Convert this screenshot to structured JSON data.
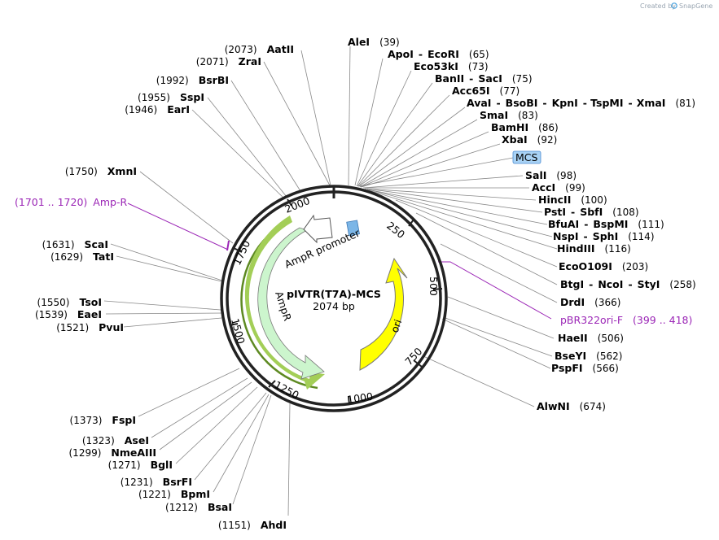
{
  "plasmid": {
    "name": "pIVTR(T7A)-MCS",
    "length_label": "2074 bp",
    "total_bp": 2074
  },
  "watermark": {
    "prefix": "Created by",
    "brand": "SnapGene"
  },
  "ticks": [
    "250",
    "500",
    "750",
    "1000",
    "1250",
    "1500",
    "1750",
    "2000"
  ],
  "features": {
    "ampr": "AmpR",
    "ampr_promoter": "AmpR promoter",
    "ori": "ori",
    "mcs": "MCS"
  },
  "primers": [
    {
      "name": "Amp-R",
      "range": "(1701 .. 1720)"
    },
    {
      "name": "pBR322ori-F",
      "range": "(399 .. 418)"
    }
  ],
  "sites": [
    {
      "id": "alei",
      "name": "AleI",
      "pos": "(39)",
      "bp": 39
    },
    {
      "id": "apoi",
      "name": "ApoI",
      "name2": "EcoRI",
      "pos": "(65)",
      "bp": 65
    },
    {
      "id": "eco53ki",
      "name": "Eco53kI",
      "pos": "(73)",
      "bp": 73
    },
    {
      "id": "banii",
      "name": "BanII",
      "name2": "SacI",
      "pos": "(75)",
      "bp": 75
    },
    {
      "id": "acc65i",
      "name": "Acc65I",
      "pos": "(77)",
      "bp": 77
    },
    {
      "id": "avai",
      "name": "AvaI",
      "name2": "BsoBI",
      "name3": "KpnI",
      "name4": "TspMI",
      "name5": "XmaI",
      "pos": "(81)",
      "bp": 81
    },
    {
      "id": "smai",
      "name": "SmaI",
      "pos": "(83)",
      "bp": 83
    },
    {
      "id": "bamhi",
      "name": "BamHI",
      "pos": "(86)",
      "bp": 86
    },
    {
      "id": "xbai",
      "name": "XbaI",
      "pos": "(92)",
      "bp": 92
    },
    {
      "id": "sali",
      "name": "SalI",
      "pos": "(98)",
      "bp": 98
    },
    {
      "id": "acci",
      "name": "AccI",
      "pos": "(99)",
      "bp": 99
    },
    {
      "id": "hincii",
      "name": "HincII",
      "pos": "(100)",
      "bp": 100
    },
    {
      "id": "psti",
      "name": "PstI",
      "name2": "SbfI",
      "pos": "(108)",
      "bp": 108
    },
    {
      "id": "bfuai",
      "name": "BfuAI",
      "name2": "BspMI",
      "pos": "(111)",
      "bp": 111
    },
    {
      "id": "nspi",
      "name": "NspI",
      "name2": "SphI",
      "pos": "(114)",
      "bp": 114
    },
    {
      "id": "hindiii",
      "name": "HindIII",
      "pos": "(116)",
      "bp": 116
    },
    {
      "id": "eco0109i",
      "name": "EcoO109I",
      "pos": "(203)",
      "bp": 203
    },
    {
      "id": "btgi",
      "name": "BtgI",
      "name2": "NcoI",
      "name3": "StyI",
      "pos": "(258)",
      "bp": 258
    },
    {
      "id": "drdi",
      "name": "DrdI",
      "pos": "(366)",
      "bp": 366
    },
    {
      "id": "haeii",
      "name": "HaeII",
      "pos": "(506)",
      "bp": 506
    },
    {
      "id": "bseyi",
      "name": "BseYI",
      "pos": "(562)",
      "bp": 562
    },
    {
      "id": "pspfi",
      "name": "PspFI",
      "pos": "(566)",
      "bp": 566
    },
    {
      "id": "alwni",
      "name": "AlwNI",
      "pos": "(674)",
      "bp": 674
    },
    {
      "id": "ahdi",
      "name": "AhdI",
      "pos": "(1151)",
      "bp": 1151
    },
    {
      "id": "bsai",
      "name": "BsaI",
      "pos": "(1212)",
      "bp": 1212
    },
    {
      "id": "bpmi",
      "name": "BpmI",
      "pos": "(1221)",
      "bp": 1221
    },
    {
      "id": "bsrfi",
      "name": "BsrFI",
      "pos": "(1231)",
      "bp": 1231
    },
    {
      "id": "bgli",
      "name": "BglI",
      "pos": "(1271)",
      "bp": 1271
    },
    {
      "id": "nmeaiii",
      "name": "NmeAIII",
      "pos": "(1299)",
      "bp": 1299
    },
    {
      "id": "asei",
      "name": "AseI",
      "pos": "(1323)",
      "bp": 1323
    },
    {
      "id": "fspi",
      "name": "FspI",
      "pos": "(1373)",
      "bp": 1373
    },
    {
      "id": "pvui",
      "name": "PvuI",
      "pos": "(1521)",
      "bp": 1521
    },
    {
      "id": "eaei",
      "name": "EaeI",
      "pos": "(1539)",
      "bp": 1539
    },
    {
      "id": "tsoi",
      "name": "TsoI",
      "pos": "(1550)",
      "bp": 1550
    },
    {
      "id": "tati",
      "name": "TatI",
      "pos": "(1629)",
      "bp": 1629
    },
    {
      "id": "scai",
      "name": "ScaI",
      "pos": "(1631)",
      "bp": 1631
    },
    {
      "id": "xmni",
      "name": "XmnI",
      "pos": "(1750)",
      "bp": 1750
    },
    {
      "id": "eari",
      "name": "EarI",
      "pos": "(1946)",
      "bp": 1946
    },
    {
      "id": "sspi",
      "name": "SspI",
      "pos": "(1955)",
      "bp": 1955
    },
    {
      "id": "bsrbi",
      "name": "BsrBI",
      "pos": "(1992)",
      "bp": 1992
    },
    {
      "id": "zrai",
      "name": "ZraI",
      "pos": "(2071)",
      "bp": 2071
    },
    {
      "id": "aatii",
      "name": "AatII",
      "pos": "(2073)",
      "bp": 2073
    }
  ]
}
